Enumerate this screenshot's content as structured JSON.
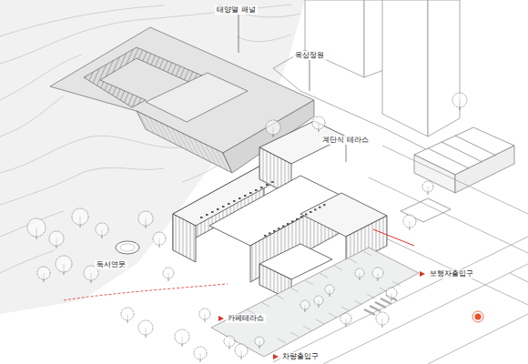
{
  "diagram": {
    "labels": [
      "태양열 패널",
      "옥상정원",
      "계단식 테라스",
      "보행자출입구",
      "독서연못",
      "카페테라스",
      "차량출입구"
    ]
  }
}
